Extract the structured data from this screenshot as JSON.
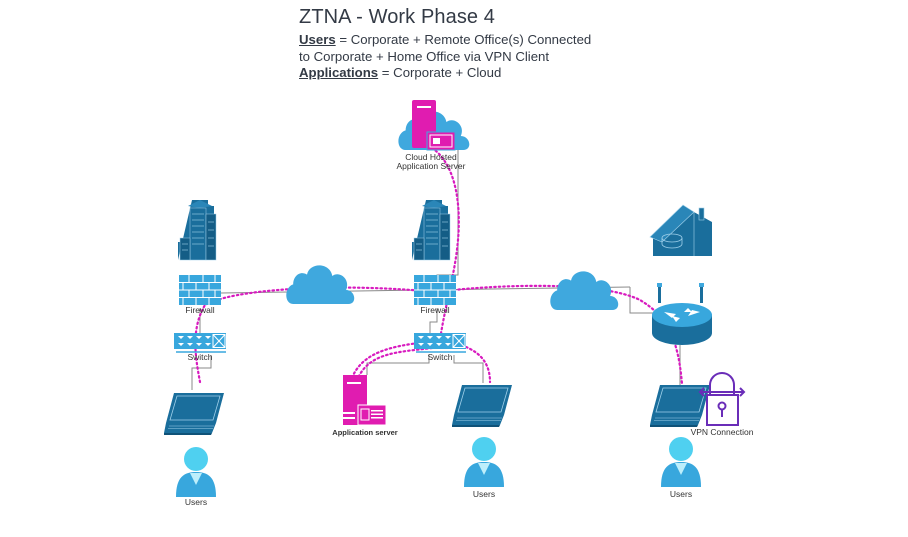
{
  "header": {
    "title": "ZTNA - Work Phase 4",
    "users_label": "Users",
    "users_text": " = Corporate + Remote Office(s) Connected",
    "users_text_line2": "to Corporate + Home Office via VPN Client",
    "apps_label": "Applications",
    "apps_text": " = Corporate + Cloud"
  },
  "colors": {
    "device_blue": "#1a6e9c",
    "light_blue": "#3fa8de",
    "firewall_blue": "#38a7dd",
    "server_magenta": "#e01cb0",
    "vpn_purple": "#6a2db8",
    "dotted_path": "#d81bbf",
    "link_gray": "#8a8a8a",
    "text": "#333a45"
  },
  "nodes": {
    "cloud_app_server": {
      "label_line1": "Cloud Hosted",
      "label_line2": "Application Server",
      "icon": "cloud-server-icon"
    },
    "remote_office": {
      "building": "building-icon",
      "firewall_label": "Firewall",
      "switch_label": "Switch",
      "laptop": "laptop-icon",
      "users_label": "Users"
    },
    "corporate": {
      "building": "building-icon",
      "firewall_label": "Firewall",
      "switch_label": "Switch",
      "app_server_label": "Application server",
      "laptop": "laptop-icon",
      "users_label": "Users"
    },
    "home_office": {
      "house": "home-router-icon",
      "router": "wireless-router-icon",
      "vpn_label": "VPN Connection",
      "laptop": "laptop-icon",
      "users_label": "Users"
    },
    "clouds": [
      "internet-cloud-left",
      "internet-cloud-right"
    ]
  }
}
